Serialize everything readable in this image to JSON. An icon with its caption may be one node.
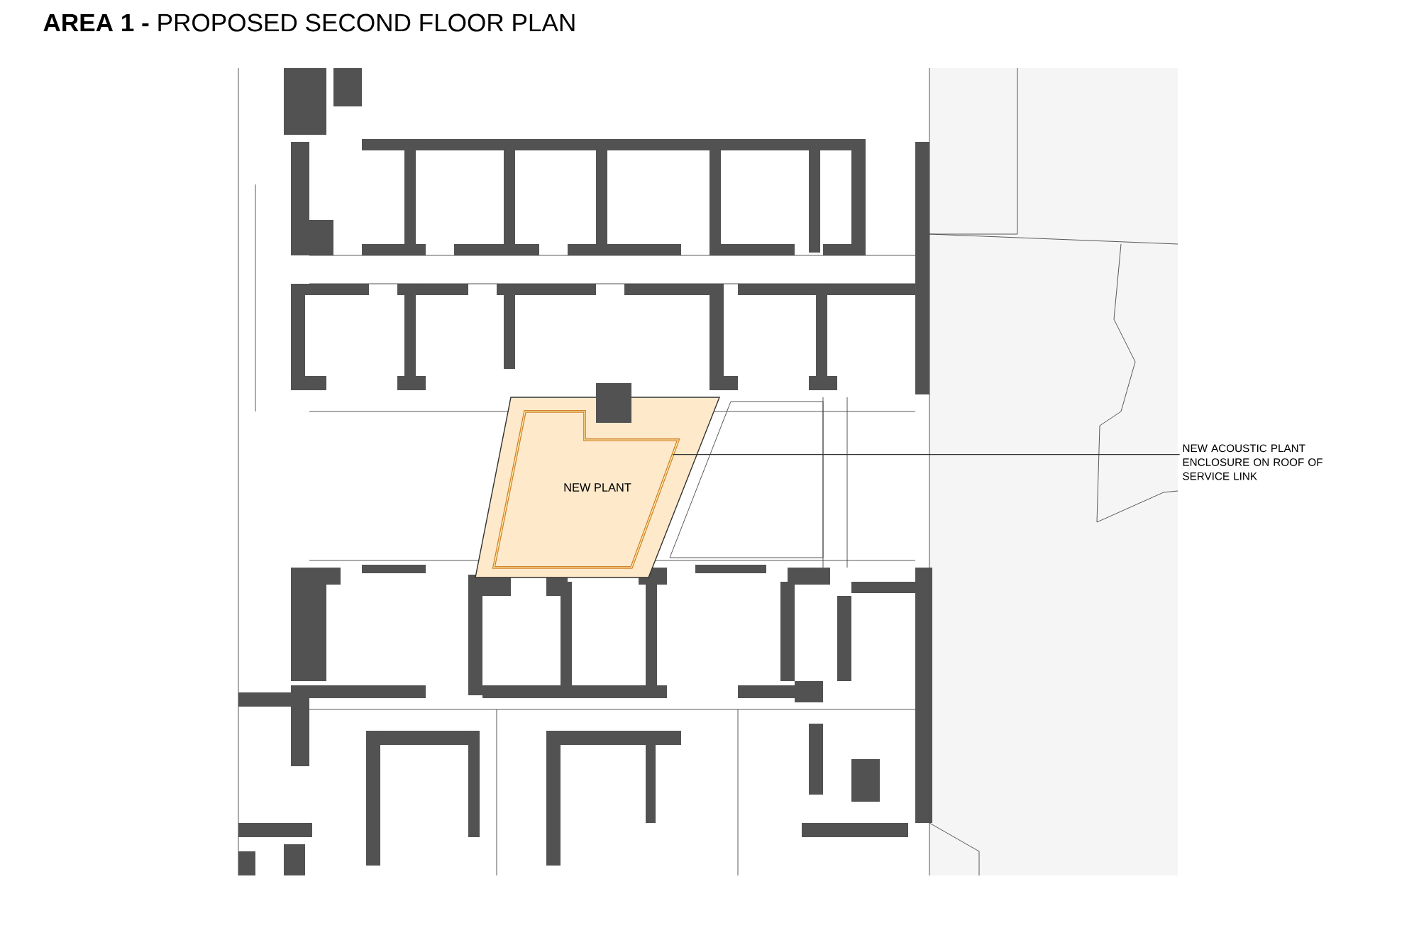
{
  "diagram": {
    "title": "**AREA 1 -** PROPOSED SECOND FLOOR PLAN",
    "nodes": [
      {
        "text": [
          "NEW PLANT"
        ]
      },
      {
        "text": [
          "NEW ACOUSTIC PLANT ENCLOSURE ON ROOF OF SERVICE LINK"
        ]
      }
    ],
    "edges": [
      {
        "from": 1,
        "to": 0,
        "arrow": "none"
      }
    ]
  }
}
